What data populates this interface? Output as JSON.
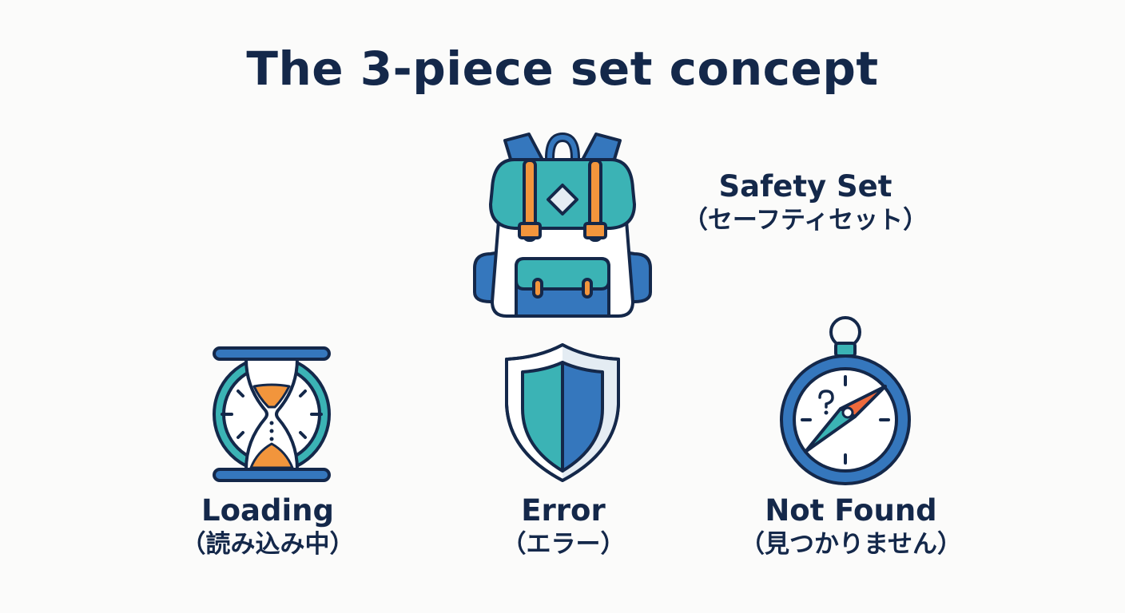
{
  "title": "The 3-piece set concept",
  "colors": {
    "background": "#fbfbfa",
    "text": "#14284a",
    "outline": "#14284a",
    "teal": "#3bb3b5",
    "blue": "#3577bd",
    "orange": "#f2953c",
    "compass_red": "#ee6a3c",
    "light": "#e4ecf3"
  },
  "hero": {
    "icon": "backpack-icon",
    "label_en": "Safety Set",
    "label_jp": "（セーフティセット）"
  },
  "items": [
    {
      "icon": "hourglass-icon",
      "label_en": "Loading",
      "label_jp": "（読み込み中）"
    },
    {
      "icon": "shield-icon",
      "label_en": "Error",
      "label_jp": "（エラー）"
    },
    {
      "icon": "compass-icon",
      "label_en": "Not Found",
      "label_jp": "（見つかりません）"
    }
  ]
}
